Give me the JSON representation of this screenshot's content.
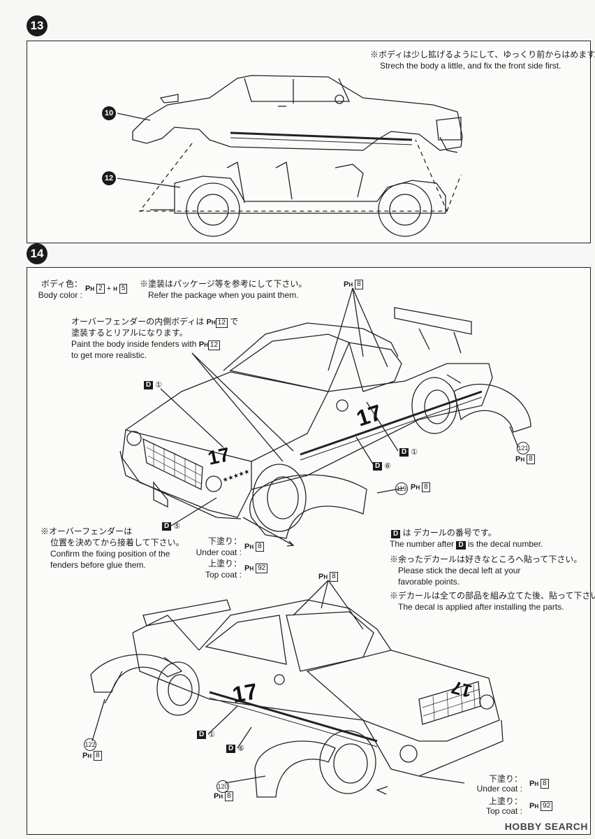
{
  "step13": {
    "badge": "13",
    "note_jp": "※ボディは少し拡げるようにして、ゆっくり前からはめます。",
    "note_en": "Strech the body a little, and fix the front side first.",
    "part_body": "10",
    "part_chassis": "12"
  },
  "step14": {
    "badge": "14",
    "body_color_jp": "ボディ色：",
    "body_color_en": "Body color :",
    "body_color_value_a": "2",
    "body_color_value_b": "5",
    "paint_note_jp": "※塗装はパッケージ等を参考にして下さい。",
    "paint_note_en": "Refer the package when you paint them.",
    "fender_paint_jp_1": "オーバーフェンダーの内側ボディは",
    "fender_paint_jp_code": "12",
    "fender_paint_jp_2": "で",
    "fender_paint_jp_3": "塗装するとリアルになります。",
    "fender_paint_en_1": "Paint the body inside fenders with",
    "fender_paint_en_code": "12",
    "fender_paint_en_2": "to get more realistic.",
    "top_ph": "8",
    "d1a": "①",
    "d1b": "①",
    "d6a": "⑥",
    "d5": "⑤",
    "d1c": "①",
    "d6b": "⑥",
    "part_121": "121",
    "part_121_ph": "8",
    "part_119": "119",
    "part_119_ph": "8",
    "part_122": "122",
    "part_122_ph": "8",
    "part_120": "120",
    "part_120_ph": "8",
    "overfender_jp_1": "※オーバーフェンダーは",
    "overfender_jp_2": "位置を決めてから接着して下さい。",
    "overfender_en_1": "Confirm the fixing position of the",
    "overfender_en_2": "fenders before glue them.",
    "under_coat_jp": "下塗り：",
    "under_coat_en": "Under coat :",
    "under_coat_val": "8",
    "top_coat_jp": "上塗り：",
    "top_coat_en": "Top coat :",
    "top_coat_val": "92",
    "decal_jp": "は デカールの番号です。",
    "decal_en_1": "The number after",
    "decal_en_2": "is the decal number.",
    "leftover_jp": "※余ったデカールは好きなところへ貼って下さい。",
    "leftover_en_1": "Please stick the decal left at your",
    "leftover_en_2": "favorable points.",
    "applied_jp": "※デカールは全ての部品を組み立てた後、貼って下さい。",
    "applied_en": "The decal is applied after installing the parts.",
    "second_top_ph": "8",
    "under_coat2_jp": "下塗り：",
    "under_coat2_en": "Under coat :",
    "under_coat2_val": "8",
    "top_coat2_jp": "上塗り：",
    "top_coat2_en": "Top coat :",
    "top_coat2_val": "92",
    "race_number": "17",
    "stars": "★★★★★"
  },
  "decal_letter": "D",
  "ph_letter": "P",
  "ph_sub": "H",
  "plus": "+",
  "watermark": "HOBBY SEARCH"
}
